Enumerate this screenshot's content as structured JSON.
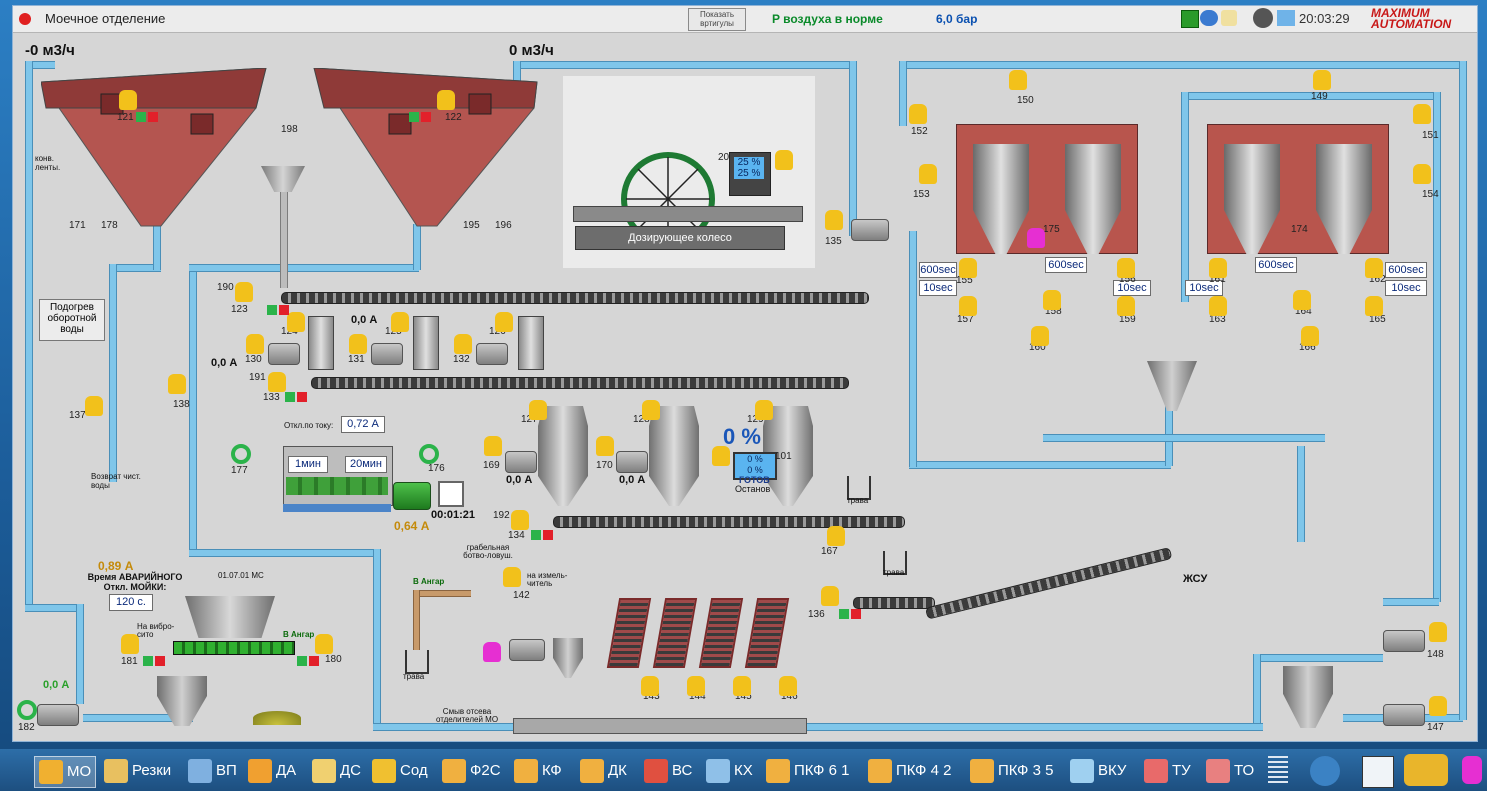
{
  "window": {
    "title": "Моечное отделение",
    "show_vertugi_button": "Показать вртигулы",
    "air_status": "P воздуха в норме",
    "air_pressure": "6,0 бар",
    "clock": "20:03:29",
    "brand": "MAXIMUM AUTOMATION"
  },
  "flows": {
    "left": "-0 м3/ч",
    "right": "0 м3/ч"
  },
  "labels": {
    "konv_lenty": "конв.\nленты.",
    "podogrev": "Подогрев оборотной воды",
    "vozvrat": "Возврат чист. воды",
    "dozator": "Дозирующее колесо",
    "otkl_po_toku": "Откл.по току:",
    "otkl_value": "0,72 А",
    "timer1": "1мин",
    "timer2": "20мин",
    "elapsed": "00:01:21",
    "current_064": "0,64 А",
    "current_089": "0,89 А",
    "avar_title": "Время АВАРИЙНОГО Откл. МОЙКИ:",
    "avar_value": "120 с.",
    "date_code": "01.07.01 МС",
    "na_vibrosito": "На вибро- сито",
    "v_angar_1": "В Ангар",
    "v_angar_2": "В Ангар",
    "grabel": "грабельная ботво-ловуш.",
    "na_izmel": "на измель- читель",
    "smyv": "Смыв отсева отделителей МО",
    "trava1": "трава",
    "trava2": "трава",
    "trava3": "трава",
    "zhsu": "ЖСУ",
    "dose_pct": "0 %",
    "gotov": "ГОТОВ",
    "ostanov": "Останов",
    "pct25a": "25 %",
    "pct25b": "25 %",
    "pct0a": "0 %",
    "pct0b": "0 %",
    "cur_00_a": "0,0 А",
    "cur_00_b": "0,0 А",
    "cur_00_c": "0,0 А",
    "cur_00_d": "0,0 А",
    "cur_00_e": "0,0 А"
  },
  "timers_right": [
    "600sec",
    "10sec",
    "600sec",
    "10sec",
    "10sec",
    "600sec",
    "600sec",
    "10sec"
  ],
  "ids": {
    "n121": "121",
    "n122": "122",
    "n123": "123",
    "n124": "124",
    "n125": "125",
    "n126": "126",
    "n127": "127",
    "n128": "128",
    "n129": "129",
    "n130": "130",
    "n131": "131",
    "n132": "132",
    "n133": "133",
    "n134": "134",
    "n135": "135",
    "n136": "136",
    "n137": "137",
    "n138": "138",
    "n142": "142",
    "n143": "143",
    "n144": "144",
    "n145": "145",
    "n146": "146",
    "n147": "147",
    "n148": "148",
    "n149": "149",
    "n150": "150",
    "n151": "151",
    "n152": "152",
    "n153": "153",
    "n154": "154",
    "n155": "155",
    "n156": "156",
    "n157": "157",
    "n158": "158",
    "n159": "159",
    "n160": "160",
    "n161": "161",
    "n162": "162",
    "n163": "163",
    "n164": "164",
    "n165": "165",
    "n166": "166",
    "n167": "167",
    "n169": "169",
    "n170": "170",
    "n176": "176",
    "n177": "177",
    "n180": "180",
    "n181": "181",
    "n182": "182",
    "n190": "190",
    "n191": "191",
    "n192": "192",
    "n101": "101",
    "n20": "20",
    "n171": "171",
    "n178": "178",
    "n195": "195",
    "n196": "196",
    "n198": "198",
    "n175": "175",
    "n174": "174"
  },
  "taskbar": [
    {
      "label": "МО",
      "color": "#f0b030",
      "active": true
    },
    {
      "label": "Резки",
      "color": "#e8c060"
    },
    {
      "label": "ВП",
      "color": "#7fb0e0"
    },
    {
      "label": "ДА",
      "color": "#f0a030"
    },
    {
      "label": "ДС",
      "color": "#f0d070"
    },
    {
      "label": "Сод",
      "color": "#f0c030"
    },
    {
      "label": "Ф2С",
      "color": "#f0b040"
    },
    {
      "label": "КФ",
      "color": "#f0b040"
    },
    {
      "label": "ДК",
      "color": "#f0b040"
    },
    {
      "label": "ВС",
      "color": "#e05040"
    },
    {
      "label": "КХ",
      "color": "#8fc0e8"
    },
    {
      "label": "ПКФ 6 1",
      "color": "#f0b040"
    },
    {
      "label": "ПКФ 4 2",
      "color": "#f0b040"
    },
    {
      "label": "ПКФ 3 5",
      "color": "#f0b040"
    },
    {
      "label": "ВКУ",
      "color": "#9fd0f0"
    },
    {
      "label": "ТУ",
      "color": "#e86a6a"
    },
    {
      "label": "ТО",
      "color": "#e88080"
    }
  ]
}
